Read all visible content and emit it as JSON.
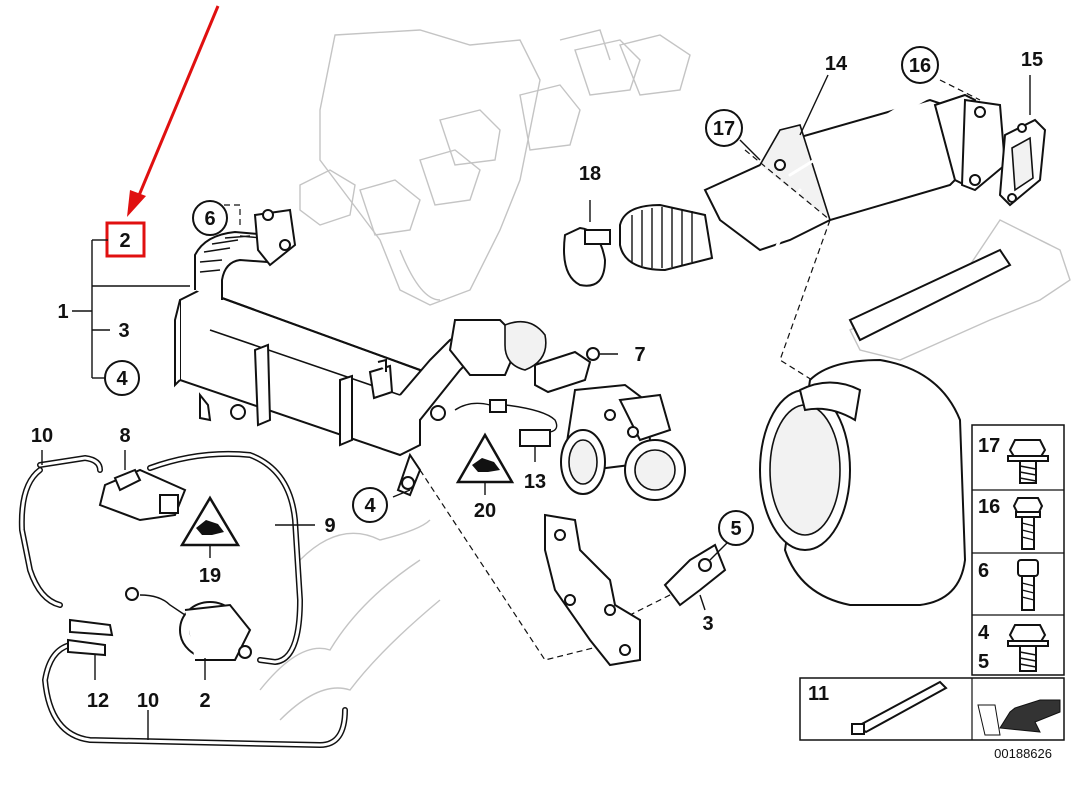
{
  "diagram": {
    "callouts": [
      {
        "id": "c1",
        "text": "1"
      },
      {
        "id": "c2",
        "text": "2"
      },
      {
        "id": "c3",
        "text": "3"
      },
      {
        "id": "c4a",
        "text": "4"
      },
      {
        "id": "c4b",
        "text": "4"
      },
      {
        "id": "c5",
        "text": "5"
      },
      {
        "id": "c6",
        "text": "6"
      },
      {
        "id": "c7",
        "text": "7"
      },
      {
        "id": "c8",
        "text": "8"
      },
      {
        "id": "c9",
        "text": "9"
      },
      {
        "id": "c10a",
        "text": "10"
      },
      {
        "id": "c10b",
        "text": "10"
      },
      {
        "id": "c12",
        "text": "12"
      },
      {
        "id": "c13",
        "text": "13"
      },
      {
        "id": "c14",
        "text": "14"
      },
      {
        "id": "c15",
        "text": "15"
      },
      {
        "id": "c16",
        "text": "16"
      },
      {
        "id": "c17",
        "text": "17"
      },
      {
        "id": "c18",
        "text": "18"
      },
      {
        "id": "c19",
        "text": "19"
      },
      {
        "id": "c20",
        "text": "20"
      },
      {
        "id": "c2b",
        "text": "2"
      },
      {
        "id": "c3b",
        "text": "3"
      }
    ],
    "highlight_color": "#e01010",
    "highlighted_callout": "2",
    "legend_panel": {
      "items": [
        {
          "label": "17",
          "icon": "flange-bolt-icon"
        },
        {
          "label": "16",
          "icon": "torx-bolt-icon"
        },
        {
          "label": "6",
          "icon": "socket-bolt-icon"
        },
        {
          "label": "4",
          "icon": "flange-bolt-icon"
        },
        {
          "label": "5",
          "icon": "flange-bolt-icon"
        }
      ]
    },
    "bottom_panel": {
      "left_label": "11",
      "right_icon": "arrow-icon"
    },
    "diagram_number": "00188626"
  }
}
